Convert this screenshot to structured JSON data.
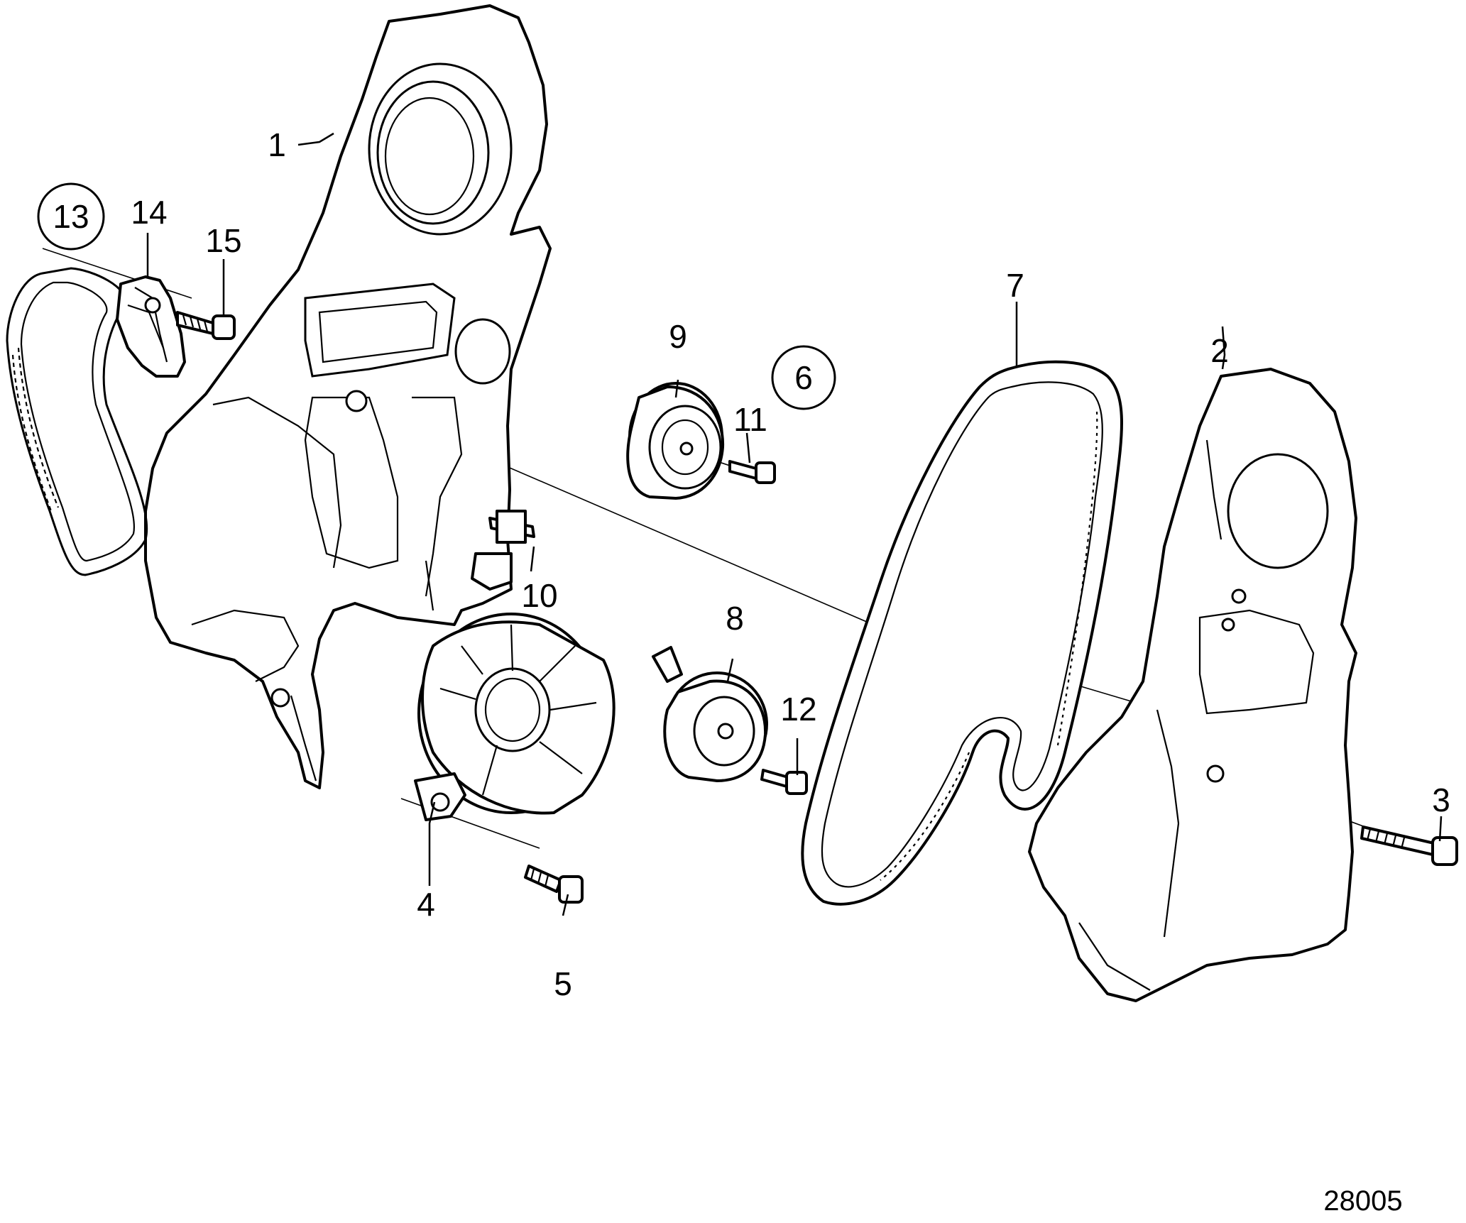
{
  "figure_number": "28005",
  "callouts": [
    {
      "id": "1",
      "text": "1"
    },
    {
      "id": "2",
      "text": "2"
    },
    {
      "id": "3",
      "text": "3"
    },
    {
      "id": "4",
      "text": "4"
    },
    {
      "id": "5",
      "text": "5"
    },
    {
      "id": "6",
      "text": "6",
      "circled": true
    },
    {
      "id": "7",
      "text": "7"
    },
    {
      "id": "8",
      "text": "8"
    },
    {
      "id": "9",
      "text": "9"
    },
    {
      "id": "10",
      "text": "10"
    },
    {
      "id": "11",
      "text": "11"
    },
    {
      "id": "12",
      "text": "12"
    },
    {
      "id": "13",
      "text": "13",
      "circled": true
    },
    {
      "id": "14",
      "text": "14"
    },
    {
      "id": "15",
      "text": "15"
    }
  ]
}
